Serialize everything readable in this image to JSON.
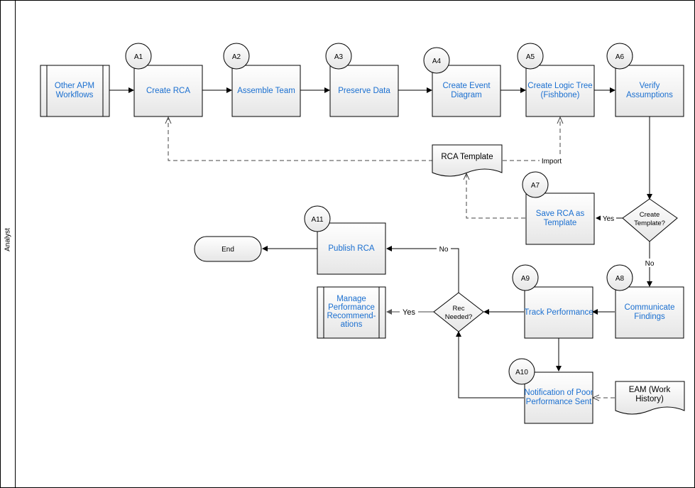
{
  "lane": {
    "label": "Analyst"
  },
  "steps": {
    "other_apm": "Other APM Workflows",
    "create_rca": "Create RCA",
    "assemble_team": "Assemble Team",
    "preserve_data": "Preserve Data",
    "create_event_diagram": "Create Event Diagram",
    "create_logic_tree": "Create Logic Tree (Fishbone)",
    "verify_assumptions": "Verify Assumptions",
    "save_rca_template": "Save RCA as Template",
    "publish_rca": "Publish RCA",
    "communicate_findings": "Communicate Findings",
    "track_performance": "Track Performance",
    "manage_recommendations": "Manage Performance Recommend-ations",
    "notification": "Notification of Poor Performance Sent"
  },
  "badges": {
    "a1": "A1",
    "a2": "A2",
    "a3": "A3",
    "a4": "A4",
    "a5": "A5",
    "a6": "A6",
    "a7": "A7",
    "a8": "A8",
    "a9": "A9",
    "a10": "A10",
    "a11": "A11"
  },
  "decisions": {
    "create_template": "Create Template?",
    "rec_needed": "Rec Needed?"
  },
  "documents": {
    "rca_template": "RCA Template",
    "eam": "EAM (Work History)"
  },
  "terminals": {
    "end": "End"
  },
  "edge_labels": {
    "import": "Import",
    "yes1": "Yes",
    "no1": "No",
    "no2": "No",
    "yes2": "Yes"
  },
  "colors": {
    "link_text": "#1a6fd0",
    "box_fill": "#f2f2f2",
    "stroke": "#000000"
  }
}
